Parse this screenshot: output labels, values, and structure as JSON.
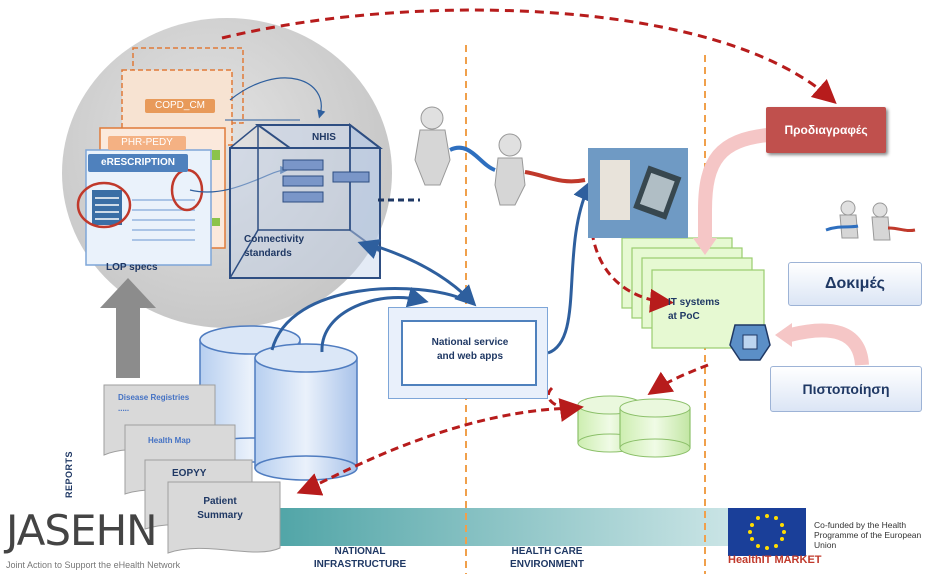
{
  "boxes": {
    "nhis": "NHIS",
    "connectivity": "Connectivity standards",
    "lop_specs": "LOP specs",
    "erescription": "eRESCRIPTION",
    "phr_pedy": "PHR-PEDY",
    "copd_cm": "COPD_CM",
    "national_service": "National service and web apps",
    "it_systems": "IT systems at PoC",
    "prodiagrafes": "Προδιαγραφές",
    "dokimes": "Δοκιμές",
    "pistopoiisi": "Πιστοποίηση"
  },
  "reports": {
    "side_label": "REPORTS",
    "disease_registries": "Disease Registries",
    "disease_dots": ".....",
    "health_map": "Health Map",
    "eopyy": "EOPYY",
    "patient_summary": "Patient Summary"
  },
  "footer": {
    "logo": "JASEHN",
    "logo_subtitle": "Joint Action to Support the eHealth Network",
    "national_infrastructure": "NATIONAL INFRASTRUCTURE",
    "health_care_environment": "HEALTH CARE ENVIRONMENT",
    "health_it_market": "HealthIT MARKET",
    "cofunded": "Co-funded by the Health Programme of the European Union"
  },
  "colors": {
    "accent_red": "#c0392b",
    "orange_dash": "#f0a04b",
    "navy": "#1f3864",
    "prodiagrafes_bg": "#c0504d"
  }
}
